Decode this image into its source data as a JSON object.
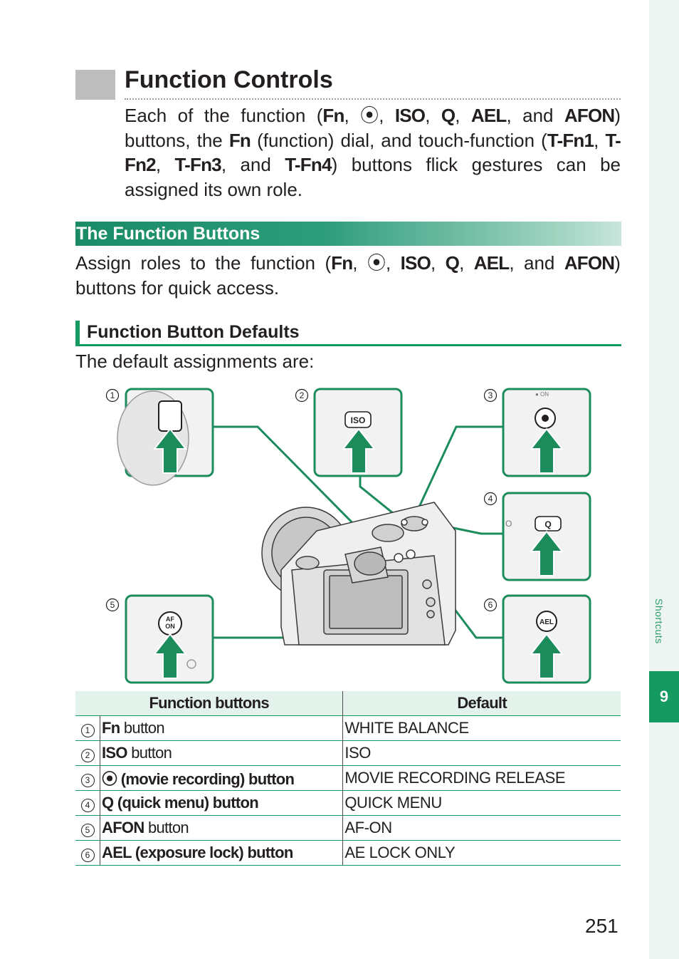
{
  "side_tab": {
    "label": "Shortcuts",
    "chapter": "9"
  },
  "heading": {
    "title": "Function Controls"
  },
  "intro": {
    "t1": "Each of the function (",
    "fn": "Fn",
    "s1": ", ",
    "rec": "⦿",
    "s2": ", ",
    "iso": "ISO",
    "s3": ", ",
    "q": "Q",
    "s4": ", ",
    "ael": "AEL",
    "s5": ", and ",
    "afon": "AFON",
    "t2": ") buttons, the ",
    "fn2": "Fn",
    "t3": " (function) dial, and touch-function (",
    "tfn1": "T-Fn1",
    "s6": ", ",
    "tfn2": "T-Fn2",
    "s7": ", ",
    "tfn3": "T-Fn3",
    "s8": ", and ",
    "tfn4": "T-Fn4",
    "t4": ") buttons flick gestures can be assigned its own role."
  },
  "section": {
    "title": "The Function Buttons"
  },
  "assign": {
    "t1": "Assign roles to the function (",
    "fn": "Fn",
    "s1": ", ",
    "rec": "⦿",
    "s2": ", ",
    "iso": "ISO",
    "s3": ", ",
    "q": "Q",
    "s4": ", ",
    "ael": "AEL",
    "s5": ", and ",
    "afon": "AFON",
    "t2": ") buttons for quick access."
  },
  "subsection": {
    "title": "Function Button Defaults"
  },
  "defaults_text": "The default assignments are:",
  "figure": {
    "callouts": [
      "1",
      "2",
      "3",
      "4",
      "5",
      "6"
    ],
    "labels": {
      "iso": "ISO",
      "q": "Q",
      "af": "AF",
      "on": "ON",
      "ael": "AEL",
      "dot_on": "● ON",
      "o_fragment": "O"
    }
  },
  "table": {
    "headers": [
      "Function buttons",
      "Default"
    ],
    "rows": [
      {
        "num": "1",
        "key": "Fn",
        "label": " button",
        "default": "WHITE BALANCE"
      },
      {
        "num": "2",
        "key": "ISO",
        "label": " button",
        "default": "ISO"
      },
      {
        "num": "3",
        "key": "⦿",
        "label": " (movie recording) button",
        "default": "MOVIE RECORDING RELEASE"
      },
      {
        "num": "4",
        "key": "Q",
        "label": " (quick menu) button",
        "default": "QUICK MENU"
      },
      {
        "num": "5",
        "key": "AFON",
        "label": " button",
        "default": "AF-ON"
      },
      {
        "num": "6",
        "key": "AEL",
        "label": " (exposure lock) button",
        "default": "AE LOCK ONLY"
      }
    ]
  },
  "page_number": "251",
  "colors": {
    "accent": "#159a61",
    "section_gradient_start": "#1a8b67",
    "arrow": "#1c8c5c",
    "table_header": "#e3f3ec"
  }
}
